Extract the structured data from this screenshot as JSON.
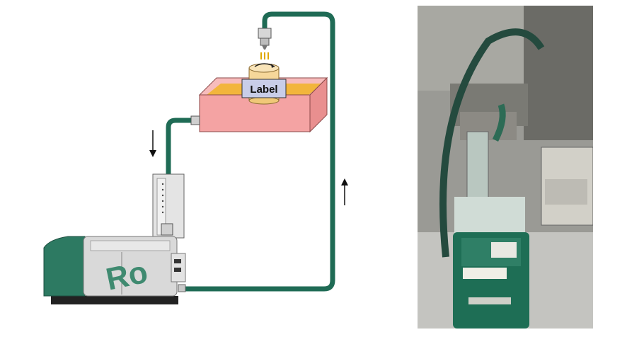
{
  "diagram": {
    "label_text": "Label",
    "logo_text": "Ro",
    "colors": {
      "hose": "#1f6b55",
      "tray_fill": "#f4a3a3",
      "tray_edge": "#8b4a4a",
      "glue": "#f2b53c",
      "roll": "#f6d79a",
      "label_fill": "#c8cde8",
      "machine_body": "#d9d9d9",
      "machine_green": "#2d7a62",
      "logo": "#3f8a70"
    },
    "icons": [
      "down-arrow-icon",
      "up-arrow-icon",
      "rotation-arrow-icon"
    ]
  },
  "photo": {
    "description_icon": "gluing-machine-photo"
  }
}
